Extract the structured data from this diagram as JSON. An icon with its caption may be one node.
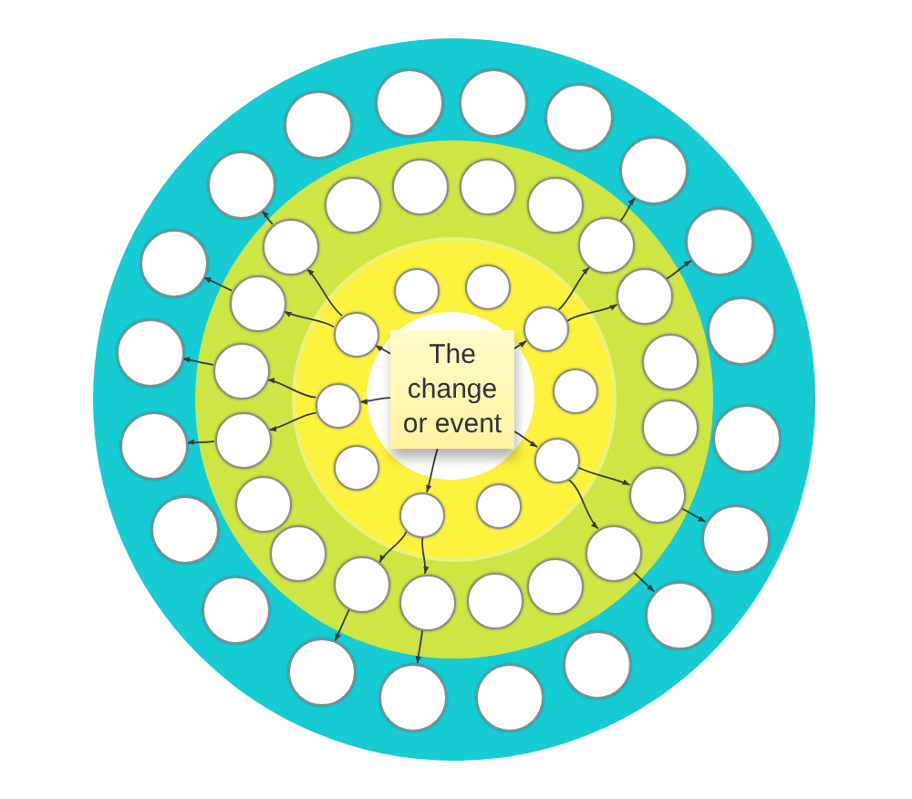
{
  "diagram": {
    "nodes": [
      {
        "text": [
          "The change or event"
        ]
      },
      {
        "text": [],
        "shape": "circle"
      },
      {
        "text": [],
        "shape": "circle"
      },
      {
        "text": [],
        "shape": "circle"
      },
      {
        "text": [],
        "shape": "circle"
      },
      {
        "text": [],
        "shape": "circle"
      },
      {
        "text": [],
        "shape": "circle"
      },
      {
        "text": [],
        "shape": "circle"
      },
      {
        "text": [],
        "shape": "circle"
      },
      {
        "text": [],
        "shape": "circle"
      },
      {
        "text": [],
        "shape": "circle"
      },
      {
        "text": [],
        "shape": "circle"
      },
      {
        "text": [],
        "shape": "circle"
      },
      {
        "text": [],
        "shape": "circle"
      },
      {
        "text": [],
        "shape": "circle"
      },
      {
        "text": [],
        "shape": "circle"
      },
      {
        "text": [],
        "shape": "circle"
      },
      {
        "text": [],
        "shape": "circle"
      },
      {
        "text": [],
        "shape": "circle"
      },
      {
        "text": [],
        "shape": "circle"
      },
      {
        "text": [],
        "shape": "circle"
      },
      {
        "text": [],
        "shape": "circle"
      },
      {
        "text": [],
        "shape": "circle"
      },
      {
        "text": [],
        "shape": "circle"
      },
      {
        "text": [],
        "shape": "circle"
      },
      {
        "text": [],
        "shape": "circle"
      },
      {
        "text": [],
        "shape": "circle"
      },
      {
        "text": [],
        "shape": "circle"
      },
      {
        "text": [],
        "shape": "circle"
      },
      {
        "text": [],
        "shape": "circle"
      },
      {
        "text": [],
        "shape": "circle"
      },
      {
        "text": [],
        "shape": "circle"
      },
      {
        "text": [],
        "shape": "circle"
      },
      {
        "text": [],
        "shape": "circle"
      },
      {
        "text": [],
        "shape": "circle"
      },
      {
        "text": [],
        "shape": "circle"
      },
      {
        "text": [],
        "shape": "circle"
      },
      {
        "text": [],
        "shape": "circle"
      },
      {
        "text": [],
        "shape": "circle"
      },
      {
        "text": [],
        "shape": "circle"
      },
      {
        "text": [],
        "shape": "circle"
      },
      {
        "text": [],
        "shape": "circle"
      },
      {
        "text": [],
        "shape": "circle"
      },
      {
        "text": [],
        "shape": "circle"
      },
      {
        "text": [],
        "shape": "circle"
      },
      {
        "text": [],
        "shape": "circle"
      },
      {
        "text": [],
        "shape": "circle"
      },
      {
        "text": [],
        "shape": "circle"
      },
      {
        "text": [],
        "shape": "circle"
      },
      {
        "text": [],
        "shape": "circle"
      },
      {
        "text": [],
        "shape": "circle"
      }
    ],
    "edges": [
      {
        "from": 0,
        "to": 3,
        "arrow": "to"
      },
      {
        "from": 3,
        "to": 14,
        "arrow": "to"
      },
      {
        "from": 3,
        "to": 15,
        "arrow": "to"
      },
      {
        "from": 14,
        "to": 34,
        "arrow": "to"
      },
      {
        "from": 15,
        "to": 35,
        "arrow": "to"
      },
      {
        "from": 0,
        "to": 5,
        "arrow": "to"
      },
      {
        "from": 5,
        "to": 18,
        "arrow": "to"
      },
      {
        "from": 5,
        "to": 19,
        "arrow": "to"
      },
      {
        "from": 18,
        "to": 38,
        "arrow": "to"
      },
      {
        "from": 19,
        "to": 39,
        "arrow": "to"
      },
      {
        "from": 0,
        "to": 7,
        "arrow": "to"
      },
      {
        "from": 7,
        "to": 22,
        "arrow": "to"
      },
      {
        "from": 7,
        "to": 23,
        "arrow": "to"
      },
      {
        "from": 22,
        "to": 42,
        "arrow": "to"
      },
      {
        "from": 23,
        "to": 43,
        "arrow": "to"
      },
      {
        "from": 0,
        "to": 9,
        "arrow": "to"
      },
      {
        "from": 9,
        "to": 26,
        "arrow": "to"
      },
      {
        "from": 9,
        "to": 27,
        "arrow": "to"
      },
      {
        "from": 26,
        "to": 46,
        "arrow": "to"
      },
      {
        "from": 27,
        "to": 47,
        "arrow": "to"
      },
      {
        "from": 0,
        "to": 10,
        "arrow": "to"
      },
      {
        "from": 10,
        "to": 28,
        "arrow": "to"
      },
      {
        "from": 10,
        "to": 29,
        "arrow": "to"
      },
      {
        "from": 28,
        "to": 48,
        "arrow": "to"
      },
      {
        "from": 29,
        "to": 49,
        "arrow": "to"
      }
    ]
  }
}
